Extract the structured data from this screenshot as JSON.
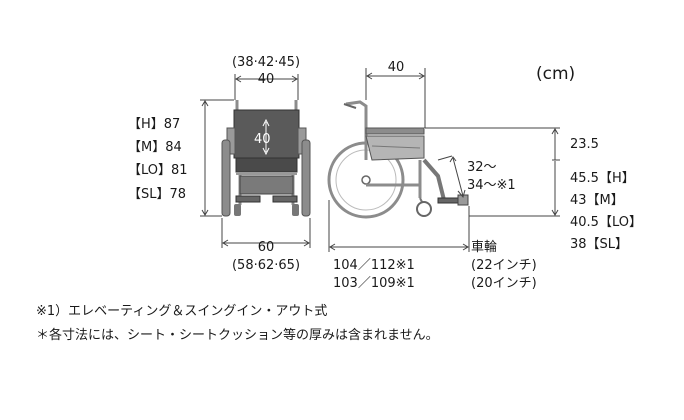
{
  "unit": "(cm)",
  "front_view": {
    "top_width_options": "(38·42·45)",
    "top_width": "40",
    "seat_width": "40",
    "heights": [
      "【H】87",
      "【M】84",
      "【LO】81",
      "【SL】78"
    ],
    "bottom_width": "60",
    "bottom_width_options": "(58·62·65)"
  },
  "side_view": {
    "armrest_depth": "40",
    "armrest_height": "23.5",
    "footrest_range_line1": "32〜",
    "footrest_range_line2": "34〜※1",
    "seat_heights": [
      "45.5【H】",
      "43【M】",
      "40.5【LO】",
      "38【SL】"
    ],
    "length_line1": "104／112※1",
    "length_line2": "103／109※1",
    "wheel_label": "車輪",
    "wheel_line1": "(22インチ)",
    "wheel_line2": "(20インチ)"
  },
  "notes": {
    "note1": "※1）エレベーティング＆スイングイン・アウト式",
    "note2": "＊各寸法には、シート・シートクッション等の厚みは含まれません。"
  },
  "colors": {
    "frame": "#8c8c8c",
    "seat": "#555555",
    "dimension_line": "#444444"
  }
}
